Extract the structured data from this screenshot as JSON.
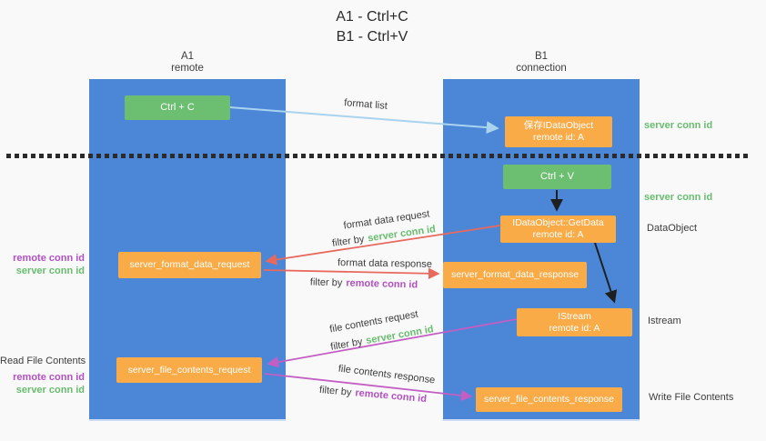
{
  "title": {
    "line1": "A1 - Ctrl+C",
    "line2": "B1 - Ctrl+V"
  },
  "columns": {
    "a1": {
      "name": "A1",
      "subtitle": "remote"
    },
    "b1": {
      "name": "B1",
      "subtitle": "connection"
    }
  },
  "nodes": {
    "ctrl_c": {
      "label": "Ctrl + C"
    },
    "save_dataobject": {
      "line1": "保存IDataObject",
      "line2": "remote id: A"
    },
    "ctrl_v": {
      "label": "Ctrl + V"
    },
    "getdata": {
      "line1": "IDataObject::GetData",
      "line2": "remote id: A"
    },
    "format_request": {
      "label": "server_format_data_request"
    },
    "format_response": {
      "label": "server_format_data_response"
    },
    "istream": {
      "line1": "IStream",
      "line2": "remote id: A"
    },
    "file_request": {
      "label": "server_file_contents_request"
    },
    "file_response": {
      "label": "server_file_contents_response"
    }
  },
  "flow": {
    "format_list": "format list",
    "format_data_request": "format data request",
    "format_data_response": "format data response",
    "file_contents_request": "file contents request",
    "file_contents_response": "file contents response",
    "filter_by": "filter by",
    "server_conn_id": "server conn id",
    "remote_conn_id": "remote conn id"
  },
  "side_labels": {
    "right_server_conn_top": "server conn id",
    "right_server_conn_mid": "server conn id",
    "dataobject": "DataObject",
    "istream": "Istream",
    "write_file_contents": "Write File Contents",
    "left_remote_conn_1": "remote conn id",
    "left_server_conn_1": "server conn id",
    "read_file_contents": "Read File Contents",
    "left_remote_conn_2": "remote conn id",
    "left_server_conn_2": "server conn id"
  },
  "colors": {
    "column_blue": "#4b86d7",
    "box_green": "#6cbe70",
    "box_orange": "#f8ab47",
    "arrow_blue": "#a9d3ee",
    "arrow_red": "#e8695d",
    "arrow_magenta": "#c45ec4",
    "arrow_black": "#1f1f1f",
    "text_green": "#68bd6d",
    "text_purple": "#b250c2"
  }
}
